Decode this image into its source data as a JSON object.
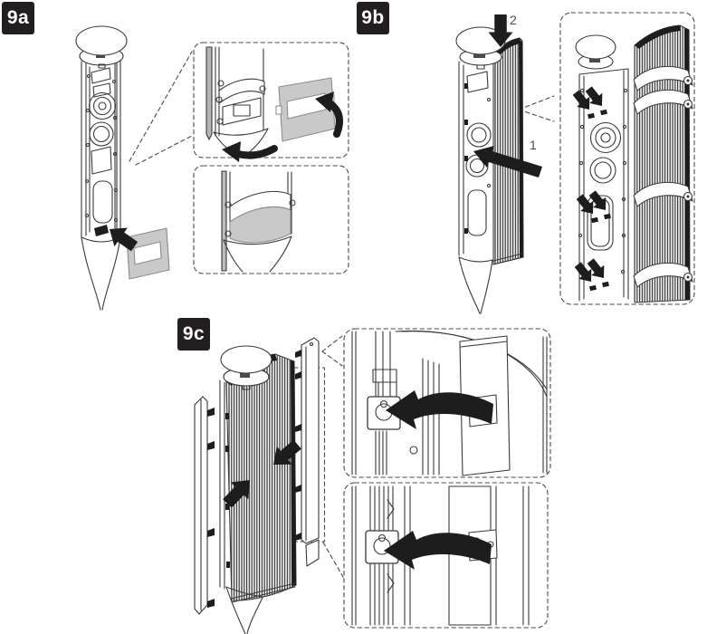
{
  "diagram": {
    "background": "#ffffff",
    "colors": {
      "line": "#3a3a3a",
      "solid_black": "#1d1d1d",
      "panel_gray": "#c9c9c9",
      "dashed_outline": "#4a4a4a",
      "label_bg": "#231f20",
      "label_text": "#ffffff",
      "callout_text": "#4a4a4a"
    },
    "steps": [
      {
        "label": "9a"
      },
      {
        "label": "9b"
      },
      {
        "label": "9c"
      }
    ],
    "callouts": [
      {
        "text": "1"
      },
      {
        "text": "2"
      }
    ],
    "icons": {
      "press_arrow": "▼",
      "insert_arrow": "➤",
      "rotate_arrow": "⟲"
    }
  }
}
